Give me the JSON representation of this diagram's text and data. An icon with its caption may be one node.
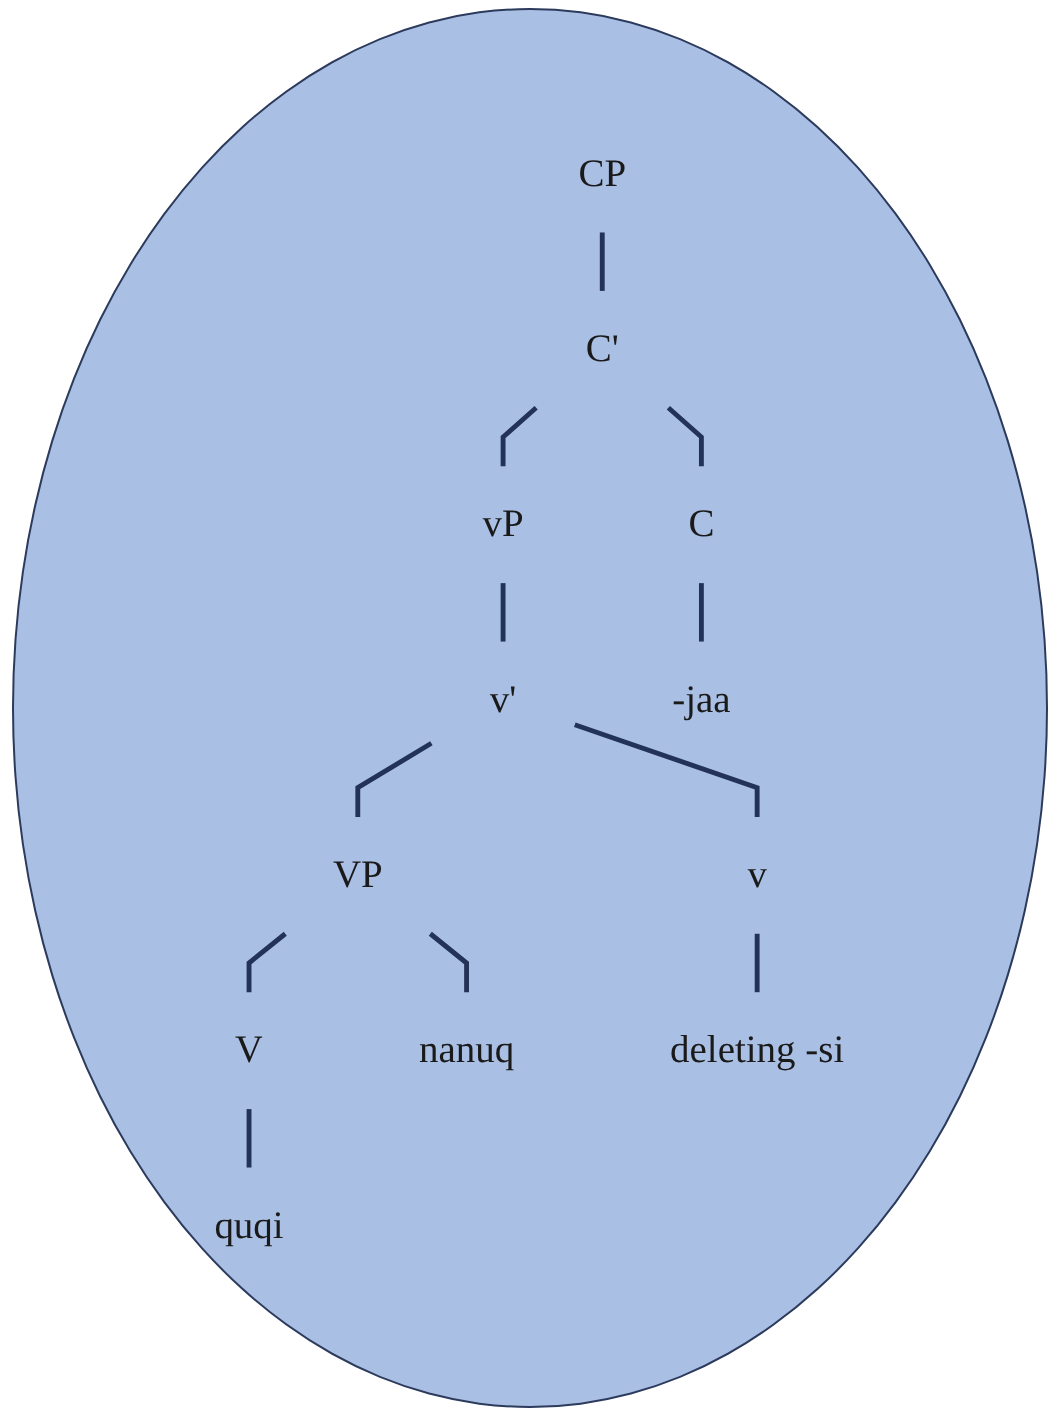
{
  "diagram": {
    "nodes": [
      {
        "text": [
          "CP"
        ]
      },
      {
        "text": [
          "C'"
        ]
      },
      {
        "text": [
          "vP"
        ]
      },
      {
        "text": [
          "C"
        ]
      },
      {
        "text": [
          "v'"
        ]
      },
      {
        "text": [
          "-jaa"
        ]
      },
      {
        "text": [
          "VP"
        ]
      },
      {
        "text": [
          "v"
        ]
      },
      {
        "text": [
          "V"
        ]
      },
      {
        "text": [
          "nanuq"
        ]
      },
      {
        "text": [
          "deleting -si"
        ]
      },
      {
        "text": [
          "quqi"
        ]
      }
    ],
    "edges": [
      {
        "from": 0,
        "to": 1,
        "arrow": "none"
      },
      {
        "from": 1,
        "to": 2,
        "arrow": "none"
      },
      {
        "from": 1,
        "to": 3,
        "arrow": "none"
      },
      {
        "from": 2,
        "to": 4,
        "arrow": "none"
      },
      {
        "from": 3,
        "to": 5,
        "arrow": "none"
      },
      {
        "from": 4,
        "to": 6,
        "arrow": "none"
      },
      {
        "from": 4,
        "to": 7,
        "arrow": "none"
      },
      {
        "from": 6,
        "to": 8,
        "arrow": "none"
      },
      {
        "from": 6,
        "to": 9,
        "arrow": "none"
      },
      {
        "from": 7,
        "to": 10,
        "arrow": "none"
      },
      {
        "from": 8,
        "to": 11,
        "arrow": "none"
      }
    ]
  }
}
